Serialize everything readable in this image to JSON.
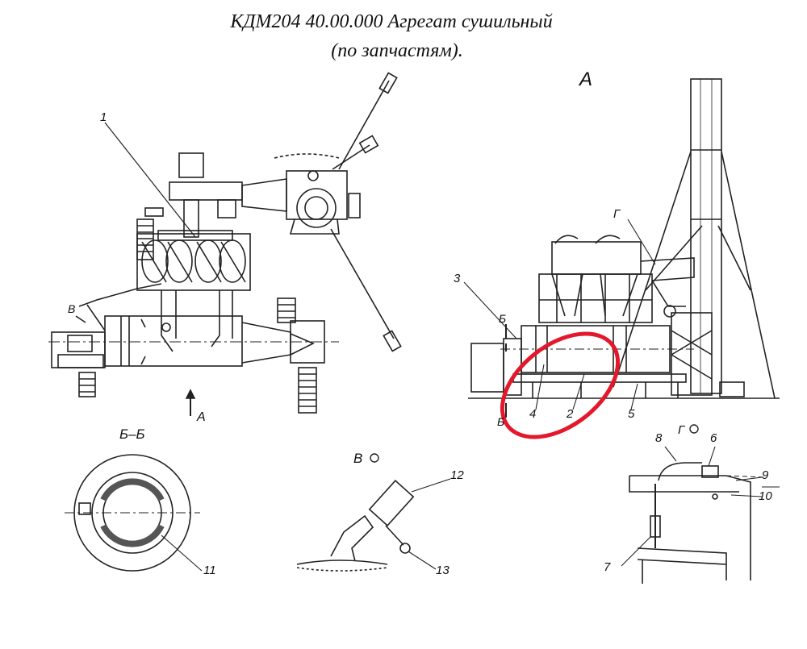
{
  "title": {
    "line1": "КДМ204 40.00.000 Агрегат сушильный",
    "line2": "(по запчастям)."
  },
  "labels": {
    "view_a_big": "А",
    "view_a_arrow": "А",
    "view_v_arrow": "В",
    "section_bb": "Б–Б",
    "view_v": "В",
    "view_g_callout": "Г",
    "view_g": "Г",
    "cut_b_top": "Б",
    "cut_b_bottom": "Б"
  },
  "positions": [
    "1",
    "2",
    "3",
    "4",
    "5",
    "6",
    "7",
    "8",
    "9",
    "10",
    "11",
    "12",
    "13"
  ],
  "highlight": {
    "color": "#e3192b"
  }
}
